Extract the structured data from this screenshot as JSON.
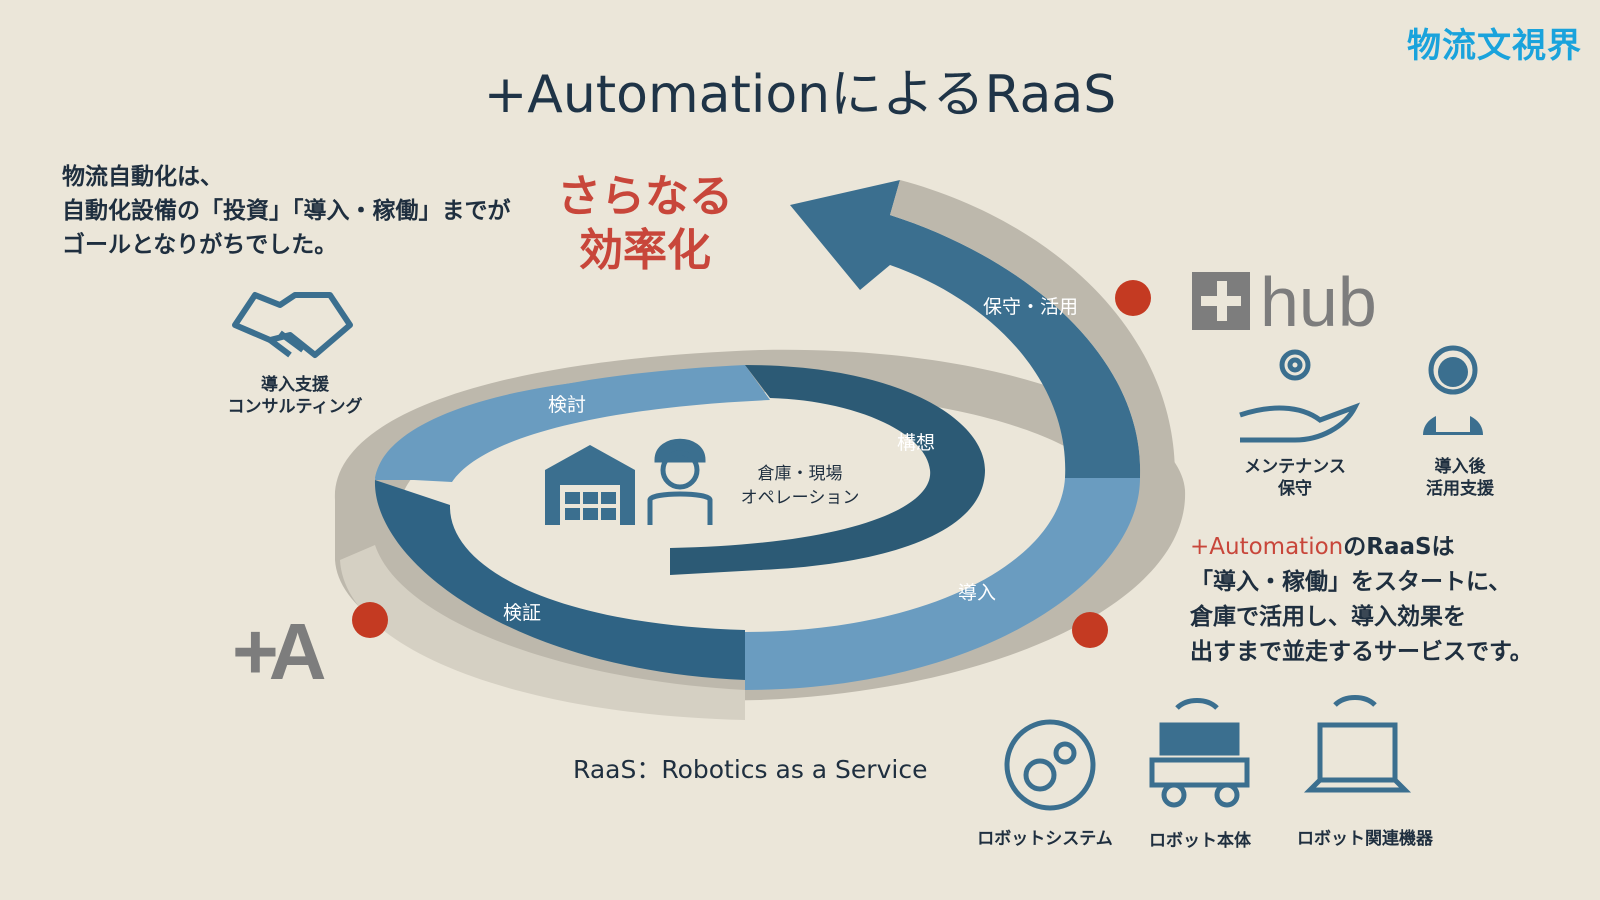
{
  "header": {
    "brand": "物流文視界",
    "title": "+AutomationによるRaaS"
  },
  "intro": {
    "lines": [
      "物流自動化は、",
      "自動化設備の「投資」「導入・稼働」までが",
      "ゴールとなりがちでした。"
    ]
  },
  "callout": {
    "lines": [
      "さらなる",
      "効率化"
    ]
  },
  "cycle": {
    "segments": {
      "kento": "検討",
      "kousou": "構想",
      "kensho": "検証",
      "dounyu": "導入",
      "hoshu": "保守・活用"
    },
    "center_label_lines": [
      "倉庫・現場",
      "オペレーション"
    ]
  },
  "icons": {
    "consulting_lines": [
      "導入支援",
      "コンサルティング"
    ],
    "maintenance_lines": [
      "メンテナンス",
      "保守"
    ],
    "support_lines": [
      "導入後",
      "活用支援"
    ],
    "robot_system": "ロボットシステム",
    "robot_body": "ロボット本体",
    "robot_devices": "ロボット関連機器"
  },
  "logos": {
    "hub_word": "hub",
    "a_mark": "+A"
  },
  "description": {
    "accent": "+Automation",
    "line1_rest": "のRaaSは",
    "lines": [
      "「導入・稼働」をスタートに、",
      "倉庫で活用し、導入効果を",
      "出すまで並走するサービスです。"
    ]
  },
  "footer": {
    "raas_definition": "RaaS：Robotics as a Service"
  },
  "colors": {
    "background": "#ebe6d9",
    "brand": "#1aa3dc",
    "accent_red": "#c8463a",
    "ring_light": "#6b9dbf",
    "ring_dark": "#3b6f8f",
    "ring_deep": "#2c5a75",
    "shadow": "#bdb8ac"
  }
}
